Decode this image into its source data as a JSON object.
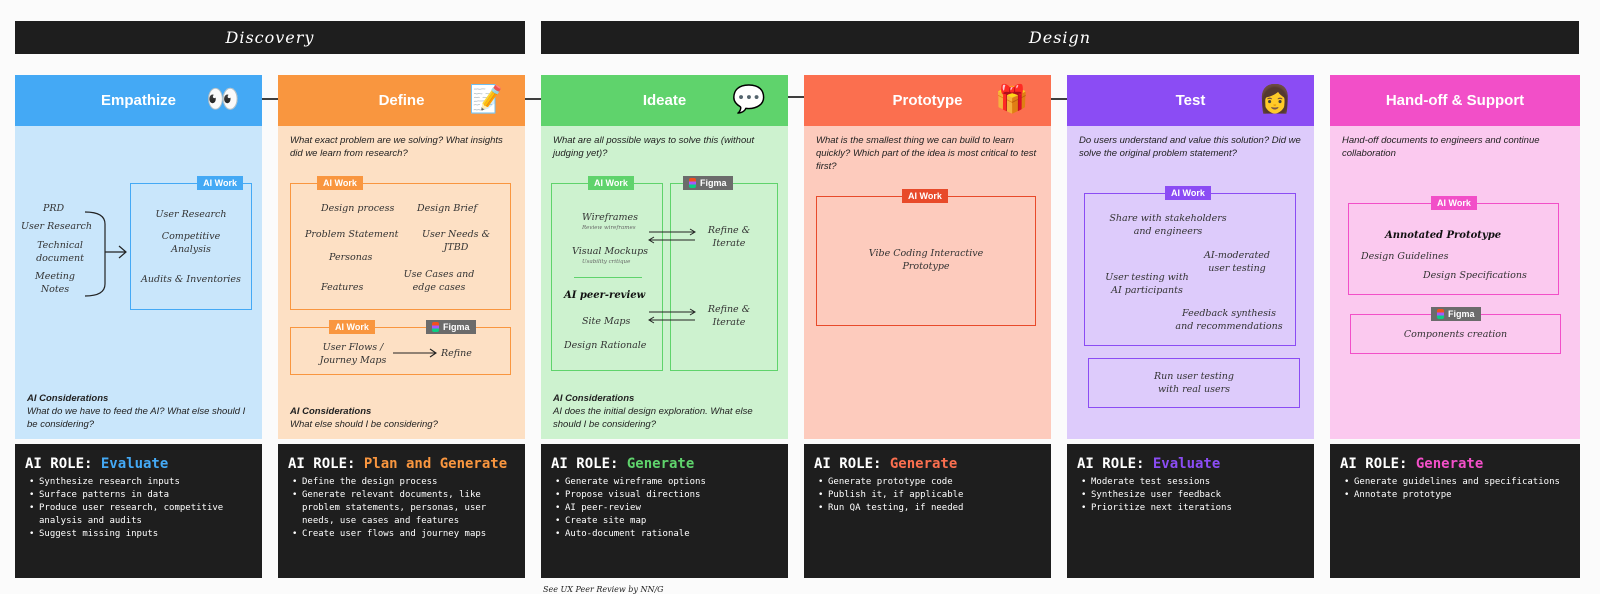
{
  "phases": {
    "discovery": "Discovery",
    "design": "Design"
  },
  "colors": {
    "empathize": "#44a9f5",
    "define": "#f9963f",
    "ideate": "#5fd36c",
    "prototype": "#fb6f4f",
    "test": "#8b4cf4",
    "handoff": "#f24fc8"
  },
  "columns": {
    "empathize": {
      "title": "Empathize",
      "emoji": "eyes-icon",
      "ai_work": "AI Work",
      "inputs": [
        "PRD",
        "User Research",
        "Technical document",
        "Meeting Notes"
      ],
      "outputs": [
        "User Research",
        "Competitive Analysis",
        "Audits & Inventories"
      ],
      "consid_title": "AI Considerations",
      "consid_text": "What do we have to feed the AI? What else should I be considering?"
    },
    "define": {
      "title": "Define",
      "emoji": "memo-icon",
      "question": "What exact problem are we solving? What insights did we learn from research?",
      "ai_work": "AI Work",
      "items": [
        "Design process",
        "Design Brief",
        "Problem Statement",
        "User Needs & JTBD",
        "Personas",
        "Features",
        "Use Cases and edge cases"
      ],
      "ai_work2": "AI Work",
      "figma": "Figma",
      "flows": "User Flows / Journey Maps",
      "refine": "Refine",
      "consid_title": "AI Considerations",
      "consid_text": "What else should I be considering?"
    },
    "ideate": {
      "title": "Ideate",
      "emoji": "speech-bubbles-icon",
      "question": "What are all possible ways to solve this (without judging yet)?",
      "ai_work": "AI Work",
      "figma": "Figma",
      "wireframes": "Wireframes",
      "wireframes_sub": "Review wireframes",
      "mockups": "Visual Mockups",
      "mockups_sub": "Usability critique",
      "peer": "AI peer-review",
      "sitemaps": "Site Maps",
      "rationale": "Design Rationale",
      "refine1": "Refine & Iterate",
      "refine2": "Refine & Iterate",
      "consid_title": "AI Considerations",
      "consid_text": "AI does the initial design exploration.  What else should I be considering?"
    },
    "prototype": {
      "title": "Prototype",
      "emoji": "gift-icon",
      "question": "What is the smallest thing we can build to learn quickly? Which part of the idea is most critical to test first?",
      "ai_work": "AI Work",
      "vibe": "Vibe Coding Interactive Prototype"
    },
    "test": {
      "title": "Test",
      "emoji": "woman-icon",
      "question": "Do users understand and value this solution? Did we solve the original problem statement?",
      "ai_work": "AI Work",
      "items": [
        "Share with stakeholders and engineers",
        "AI-moderated user testing",
        "User testing with AI participants",
        "Feedback synthesis and recommendations"
      ],
      "real_users": "Run user testing with real users"
    },
    "handoff": {
      "title": "Hand-off & Support",
      "question": "Hand-off documents to engineers and continue collaboration",
      "ai_work": "AI Work",
      "figma": "Figma",
      "annotated": "Annotated Prototype",
      "guidelines": "Design Guidelines",
      "specs": "Design Specifications",
      "components": "Components creation"
    }
  },
  "roles": [
    {
      "prefix": "AI ROLE: ",
      "role": "Evaluate",
      "color": "#44a9f5",
      "bullets": [
        "Synthesize research inputs",
        "Surface patterns in data",
        "Produce user research, competitive analysis and audits",
        "Suggest missing inputs"
      ]
    },
    {
      "prefix": "AI ROLE: ",
      "role": "Plan and Generate",
      "color": "#f9963f",
      "bullets": [
        "Define the design process",
        "Generate relevant documents, like problem statements, personas, user needs, use cases and features",
        "Create user flows and journey maps"
      ]
    },
    {
      "prefix": "AI ROLE: ",
      "role": "Generate",
      "color": "#5fd36c",
      "bullets": [
        "Generate wireframe options",
        "Propose visual directions",
        "AI peer-review",
        "Create site map",
        "Auto-document rationale"
      ]
    },
    {
      "prefix": "AI ROLE: ",
      "role": "Generate",
      "color": "#fb6f4f",
      "bullets": [
        "Generate prototype code",
        "Publish it, if applicable",
        "Run QA testing, if needed"
      ]
    },
    {
      "prefix": "AI ROLE: ",
      "role": "Evaluate",
      "color": "#8b4cf4",
      "bullets": [
        "Moderate test sessions",
        "Synthesize user feedback",
        "Prioritize next iterations"
      ]
    },
    {
      "prefix": "AI ROLE: ",
      "role": "Generate",
      "color": "#f24fc8",
      "bullets": [
        "Generate guidelines and specifications",
        "Annotate prototype"
      ]
    }
  ],
  "footnote": "See UX Peer Review by NN/G"
}
